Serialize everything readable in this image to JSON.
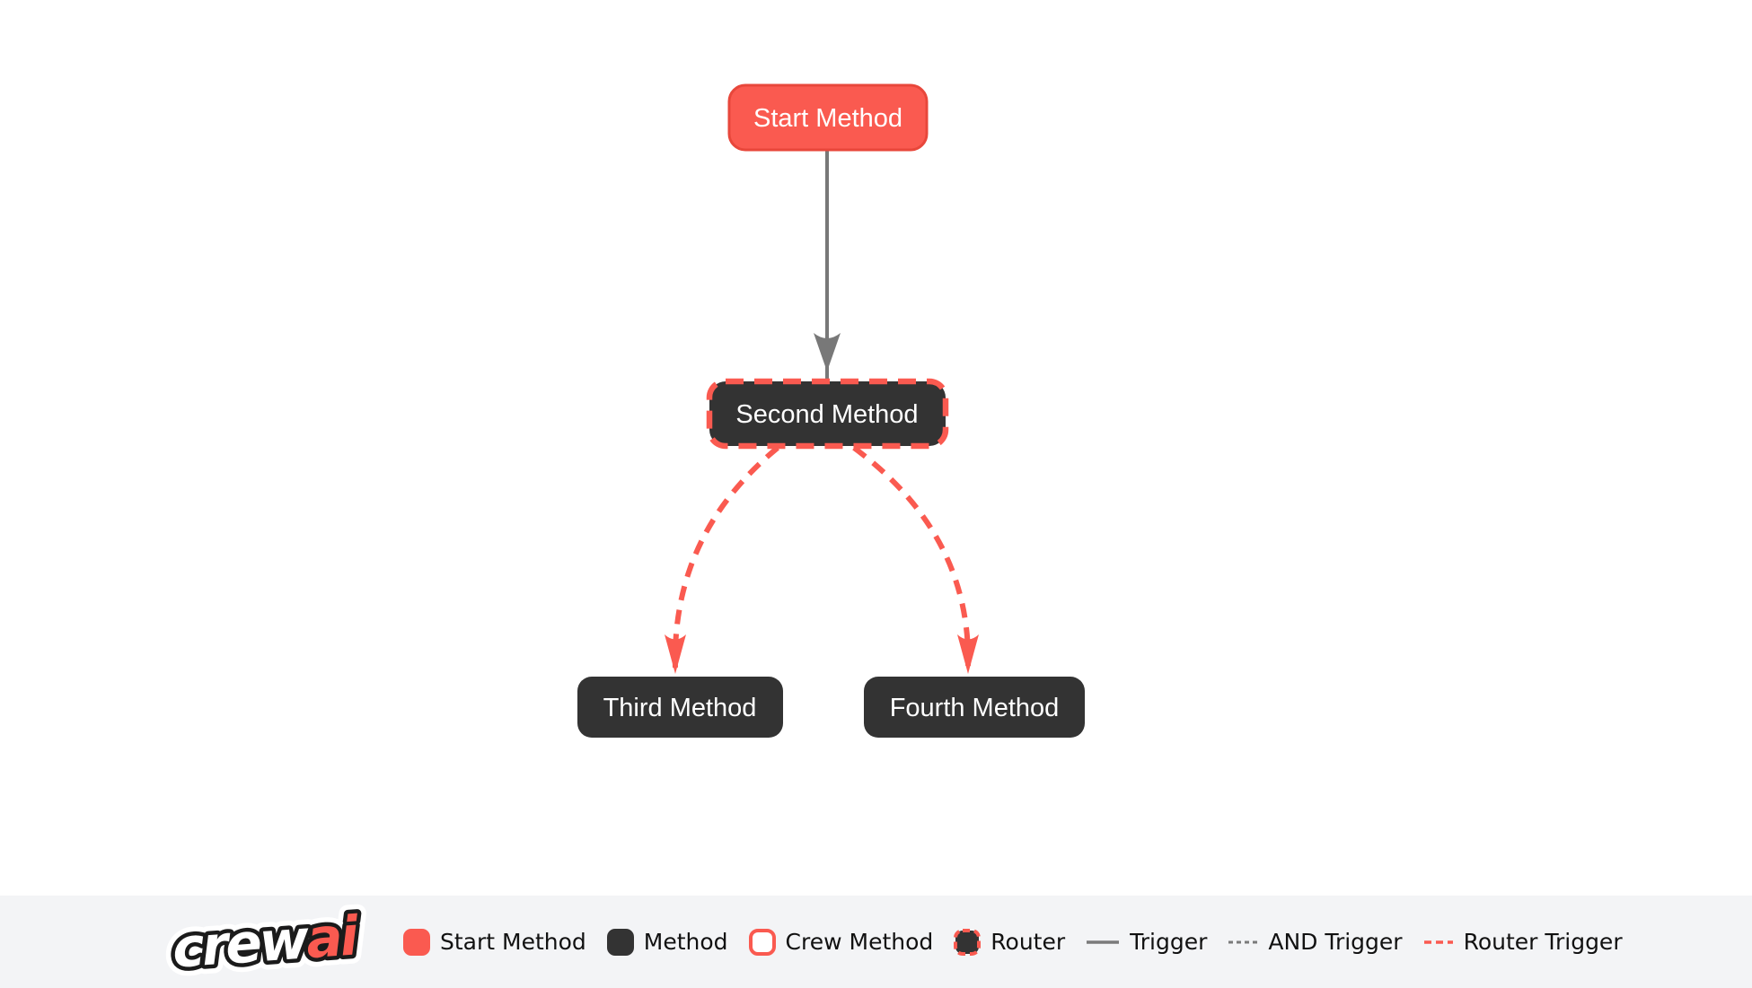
{
  "flow": {
    "nodes": [
      {
        "id": "start_method",
        "label": "Start Method",
        "type": "start-method"
      },
      {
        "id": "second_method",
        "label": "Second Method",
        "type": "router"
      },
      {
        "id": "third_method",
        "label": "Third Method",
        "type": "method"
      },
      {
        "id": "fourth_method",
        "label": "Fourth Method",
        "type": "method"
      }
    ],
    "edges": [
      {
        "from": "start_method",
        "to": "second_method",
        "type": "trigger"
      },
      {
        "from": "second_method",
        "to": "third_method",
        "type": "router-trigger"
      },
      {
        "from": "second_method",
        "to": "fourth_method",
        "type": "router-trigger"
      }
    ]
  },
  "legend": {
    "logo": {
      "part1": "crew",
      "part2": "ai"
    },
    "items": [
      {
        "label": "Start Method",
        "swatch": "start-method-swatch"
      },
      {
        "label": "Method",
        "swatch": "method-swatch"
      },
      {
        "label": "Crew Method",
        "swatch": "crew-method-swatch"
      },
      {
        "label": "Router",
        "swatch": "router-swatch"
      },
      {
        "label": "Trigger",
        "swatch": "trigger-line"
      },
      {
        "label": "AND Trigger",
        "swatch": "and-trigger-line"
      },
      {
        "label": "Router Trigger",
        "swatch": "router-trigger-line"
      }
    ]
  },
  "colors": {
    "accent_red": "#FA5A50",
    "accent_red_border": "#E8473B",
    "node_dark": "#333333",
    "trigger_gray": "#787878",
    "legend_background": "#F3F4F6",
    "legend_text": "#111111",
    "node_text": "#FFFFFF",
    "page_background": "#FFFFFF"
  }
}
